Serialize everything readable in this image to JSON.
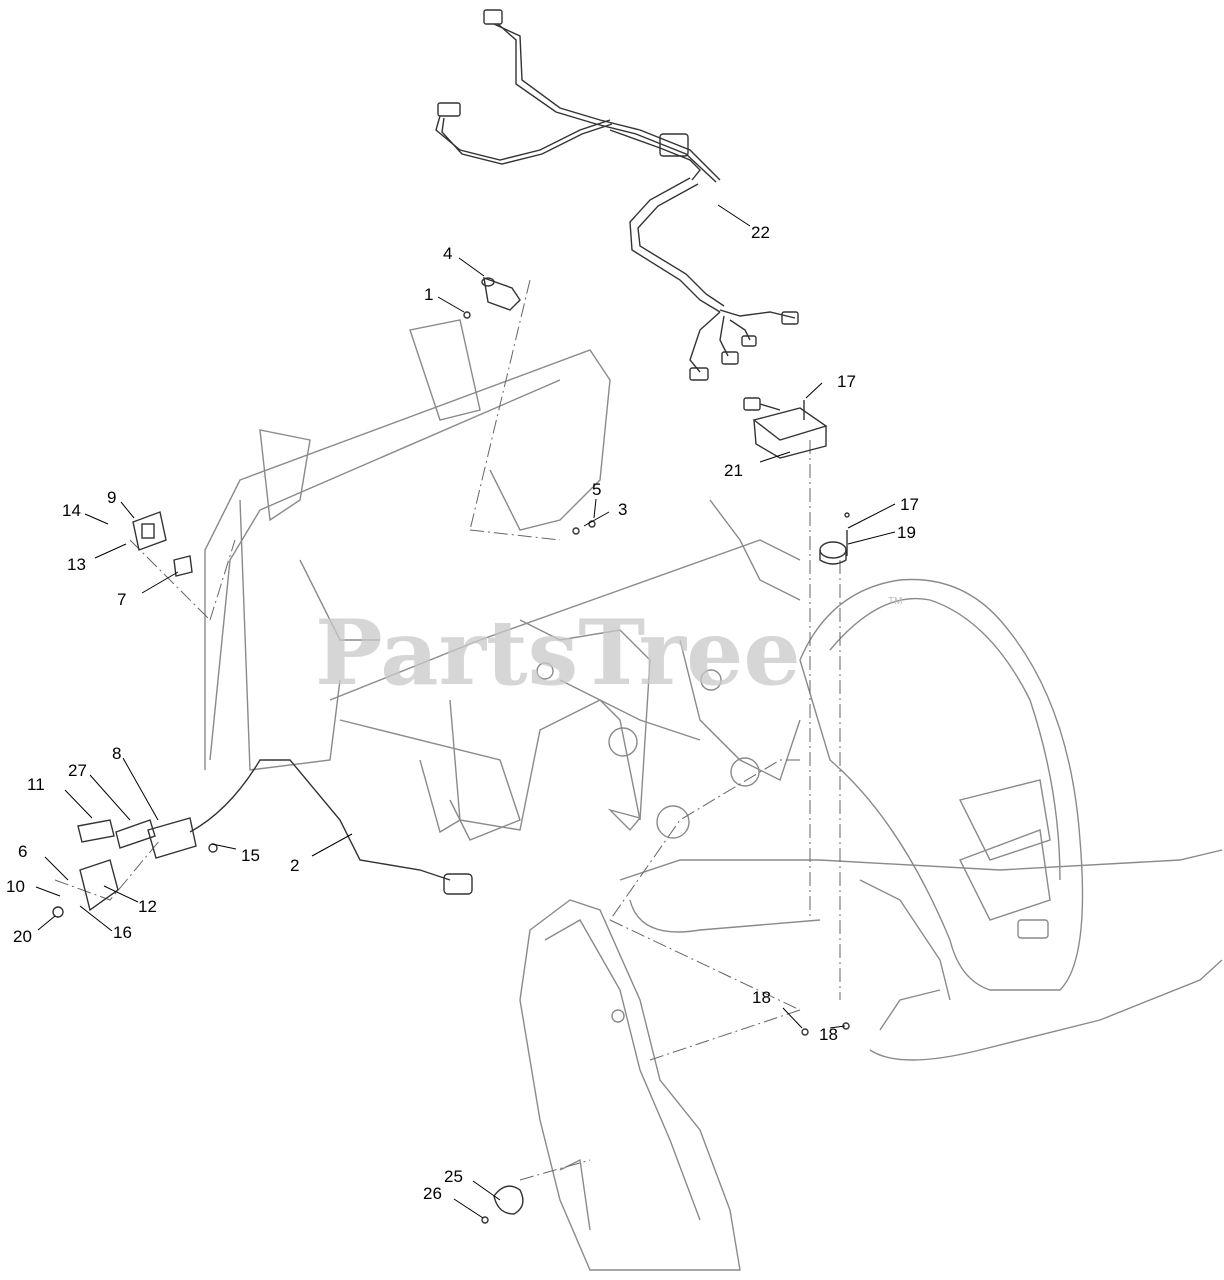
{
  "watermark": {
    "text": "PartsTree",
    "tm": "TM"
  },
  "callouts": [
    {
      "id": "c22",
      "text": "22"
    },
    {
      "id": "c4",
      "text": "4"
    },
    {
      "id": "c1",
      "text": "1"
    },
    {
      "id": "c17a",
      "text": "17"
    },
    {
      "id": "c21",
      "text": "21"
    },
    {
      "id": "c9",
      "text": "9"
    },
    {
      "id": "c14",
      "text": "14"
    },
    {
      "id": "c13",
      "text": "13"
    },
    {
      "id": "c7",
      "text": "7"
    },
    {
      "id": "c5",
      "text": "5"
    },
    {
      "id": "c3",
      "text": "3"
    },
    {
      "id": "c17b",
      "text": "17"
    },
    {
      "id": "c19",
      "text": "19"
    },
    {
      "id": "c8",
      "text": "8"
    },
    {
      "id": "c27",
      "text": "27"
    },
    {
      "id": "c11",
      "text": "11"
    },
    {
      "id": "c15",
      "text": "15"
    },
    {
      "id": "c2",
      "text": "2"
    },
    {
      "id": "c6",
      "text": "6"
    },
    {
      "id": "c10",
      "text": "10"
    },
    {
      "id": "c12",
      "text": "12"
    },
    {
      "id": "c20",
      "text": "20"
    },
    {
      "id": "c16",
      "text": "16"
    },
    {
      "id": "c18a",
      "text": "18"
    },
    {
      "id": "c18b",
      "text": "18"
    },
    {
      "id": "c25",
      "text": "25"
    },
    {
      "id": "c26",
      "text": "26"
    }
  ]
}
